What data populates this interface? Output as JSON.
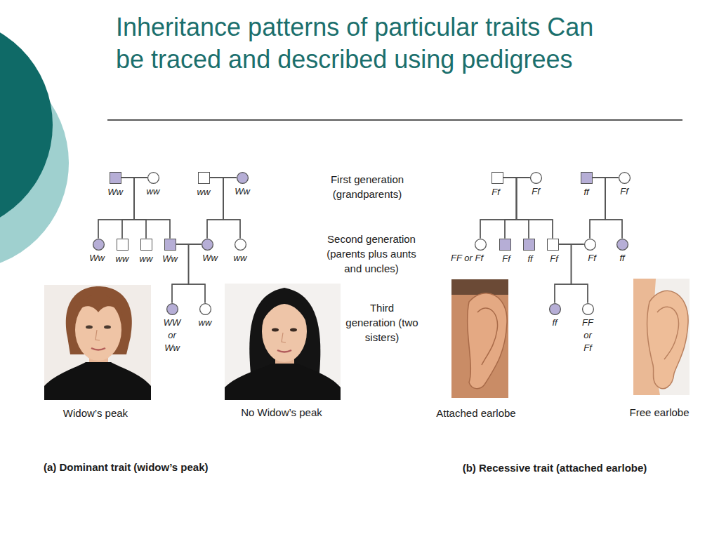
{
  "diagram": {
    "title": "Inheritance patterns of particular traits Can be traced and described using pedigrees",
    "nodes": [
      {
        "text": [
          "Ww"
        ]
      },
      {
        "text": [
          "ww"
        ]
      },
      {
        "text": [
          "ww"
        ]
      },
      {
        "text": [
          "Ww"
        ]
      },
      {
        "text": [
          "Ww"
        ]
      },
      {
        "text": [
          "ww"
        ]
      },
      {
        "text": [
          "ww"
        ]
      },
      {
        "text": [
          "Ww"
        ]
      },
      {
        "text": [
          "Ww"
        ]
      },
      {
        "text": [
          "ww"
        ]
      },
      {
        "text": [
          "WW or Ww"
        ]
      },
      {
        "text": [
          "ww"
        ]
      },
      {
        "text": [
          "Ff"
        ]
      },
      {
        "text": [
          "Ff"
        ]
      },
      {
        "text": [
          "ff"
        ]
      },
      {
        "text": [
          "Ff"
        ]
      },
      {
        "text": [
          "FF or Ff"
        ]
      },
      {
        "text": [
          "Ff"
        ]
      },
      {
        "text": [
          "ff"
        ]
      },
      {
        "text": [
          "Ff"
        ]
      },
      {
        "text": [
          "Ff"
        ]
      },
      {
        "text": [
          "ff"
        ]
      },
      {
        "text": [
          "ff"
        ]
      },
      {
        "text": [
          "FF or Ff"
        ]
      }
    ],
    "edges": [
      {
        "from": 0,
        "to": 1,
        "arrow": "none"
      },
      {
        "from": 2,
        "to": 3,
        "arrow": "none"
      },
      {
        "from": 7,
        "to": 8,
        "arrow": "none"
      },
      {
        "from": 12,
        "to": 13,
        "arrow": "none"
      },
      {
        "from": 14,
        "to": 15,
        "arrow": "none"
      },
      {
        "from": 19,
        "to": 20,
        "arrow": "none"
      },
      {
        "from": 0,
        "to": 4,
        "arrow": "none"
      },
      {
        "from": 0,
        "to": 5,
        "arrow": "none"
      },
      {
        "from": 0,
        "to": 6,
        "arrow": "none"
      },
      {
        "from": 0,
        "to": 7,
        "arrow": "none"
      },
      {
        "from": 1,
        "to": 4,
        "arrow": "none"
      },
      {
        "from": 1,
        "to": 5,
        "arrow": "none"
      },
      {
        "from": 1,
        "to": 6,
        "arrow": "none"
      },
      {
        "from": 1,
        "to": 7,
        "arrow": "none"
      },
      {
        "from": 2,
        "to": 8,
        "arrow": "none"
      },
      {
        "from": 2,
        "to": 9,
        "arrow": "none"
      },
      {
        "from": 3,
        "to": 8,
        "arrow": "none"
      },
      {
        "from": 3,
        "to": 9,
        "arrow": "none"
      },
      {
        "from": 7,
        "to": 10,
        "arrow": "none"
      },
      {
        "from": 7,
        "to": 11,
        "arrow": "none"
      },
      {
        "from": 8,
        "to": 10,
        "arrow": "none"
      },
      {
        "from": 8,
        "to": 11,
        "arrow": "none"
      },
      {
        "from": 12,
        "to": 16,
        "arrow": "none"
      },
      {
        "from": 12,
        "to": 17,
        "arrow": "none"
      },
      {
        "from": 12,
        "to": 18,
        "arrow": "none"
      },
      {
        "from": 12,
        "to": 19,
        "arrow": "none"
      },
      {
        "from": 13,
        "to": 16,
        "arrow": "none"
      },
      {
        "from": 13,
        "to": 17,
        "arrow": "none"
      },
      {
        "from": 13,
        "to": 18,
        "arrow": "none"
      },
      {
        "from": 13,
        "to": 19,
        "arrow": "none"
      },
      {
        "from": 14,
        "to": 20,
        "arrow": "none"
      },
      {
        "from": 14,
        "to": 21,
        "arrow": "none"
      },
      {
        "from": 15,
        "to": 20,
        "arrow": "none"
      },
      {
        "from": 15,
        "to": 21,
        "arrow": "none"
      },
      {
        "from": 19,
        "to": 22,
        "arrow": "none"
      },
      {
        "from": 19,
        "to": 23,
        "arrow": "none"
      },
      {
        "from": 20,
        "to": 22,
        "arrow": "none"
      },
      {
        "from": 20,
        "to": 23,
        "arrow": "none"
      }
    ],
    "labels": [
      "First generation (grandparents)",
      "Second generation (parents plus aunts and uncles)",
      "Third generation (two sisters)",
      "Widow’s peak",
      "No Widow’s peak",
      "Attached earlobe",
      "Free earlobe",
      "(a) Dominant trait (widow’s peak)",
      "(b) Recessive trait (attached earlobe)"
    ]
  }
}
